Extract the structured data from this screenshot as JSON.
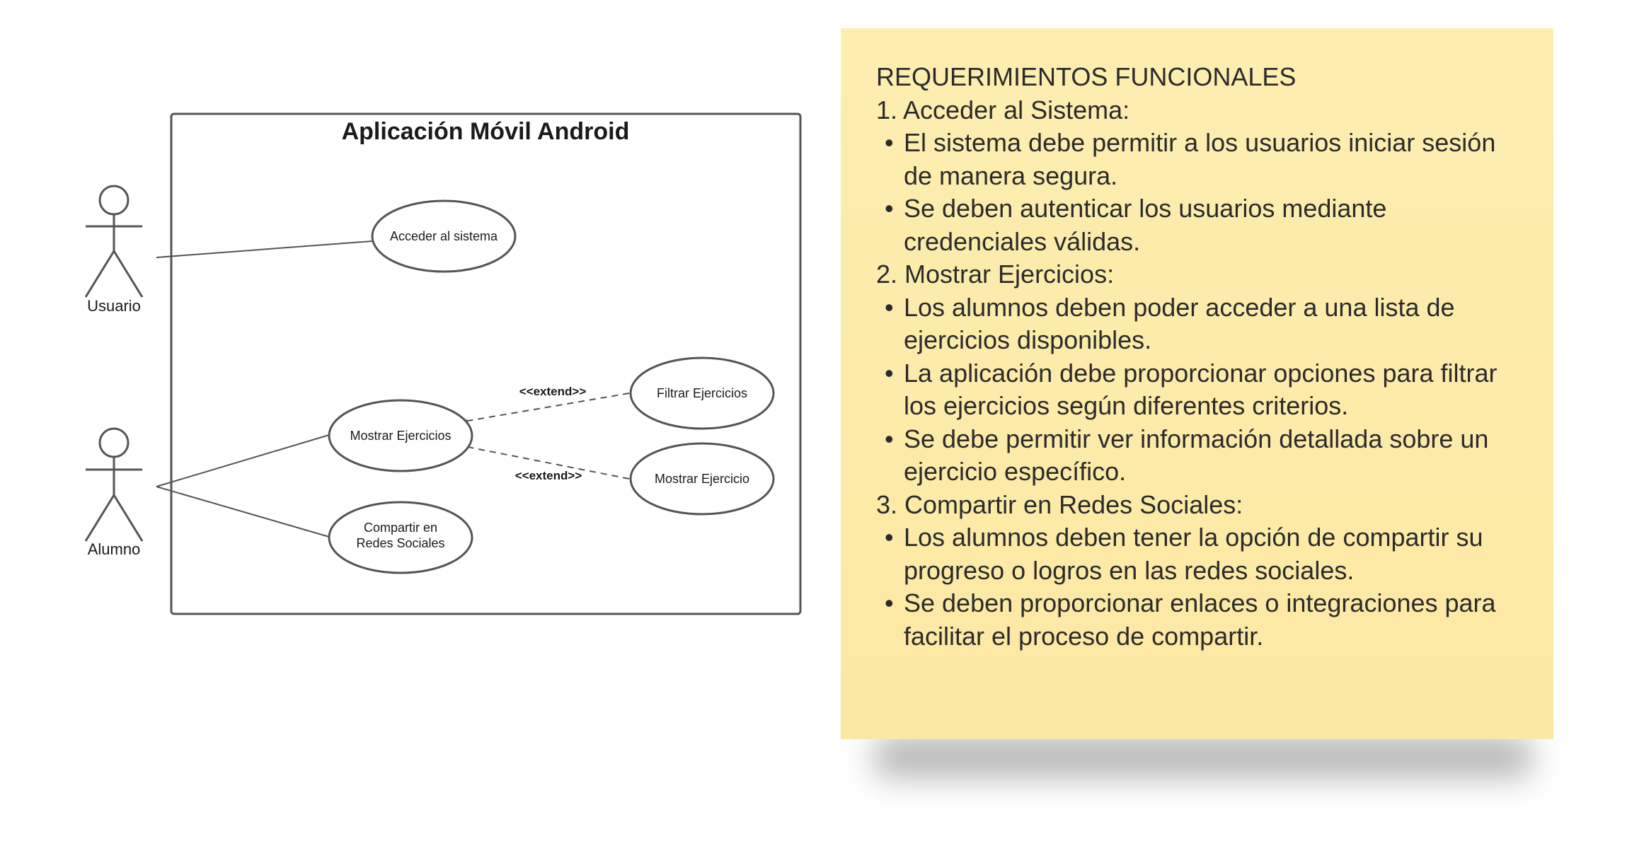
{
  "diagram": {
    "system_title": "Aplicación Móvil Android",
    "actors": [
      {
        "label": "Usuario"
      },
      {
        "label": "Alumno"
      }
    ],
    "use_cases": {
      "acceder": "Acceder al sistema",
      "mostrar_ejercicios": "Mostrar Ejercicios",
      "compartir_line1": "Compartir en",
      "compartir_line2": "Redes Sociales",
      "filtrar": "Filtrar Ejercicios",
      "mostrar_ejercicio": "Mostrar Ejercicio"
    },
    "relations": [
      {
        "label": "<<extend>>"
      },
      {
        "label": "<<extend>>"
      }
    ]
  },
  "note": {
    "heading": "REQUERIMIENTOS FUNCIONALES",
    "sections": [
      {
        "title": "1. Acceder al Sistema:",
        "bullets": [
          "El sistema debe permitir a los usuarios iniciar sesión de manera segura.",
          "Se deben autenticar los usuarios mediante credenciales válidas."
        ]
      },
      {
        "title": "2. Mostrar Ejercicios:",
        "bullets": [
          "Los alumnos deben poder acceder a una lista de ejercicios disponibles.",
          "La aplicación debe proporcionar opciones para filtrar los ejercicios según diferentes criterios.",
          "Se debe permitir ver información detallada sobre un ejercicio específico."
        ]
      },
      {
        "title": "3. Compartir en Redes Sociales:",
        "bullets": [
          "Los alumnos deben tener la opción de compartir su progreso o logros en las redes sociales.",
          "Se deben proporcionar enlaces o integraciones para facilitar el proceso de compartir."
        ]
      }
    ],
    "bullet_glyph": "•",
    "colors": {
      "note_background": "#fdeeb0",
      "diagram_stroke": "#555555"
    }
  }
}
